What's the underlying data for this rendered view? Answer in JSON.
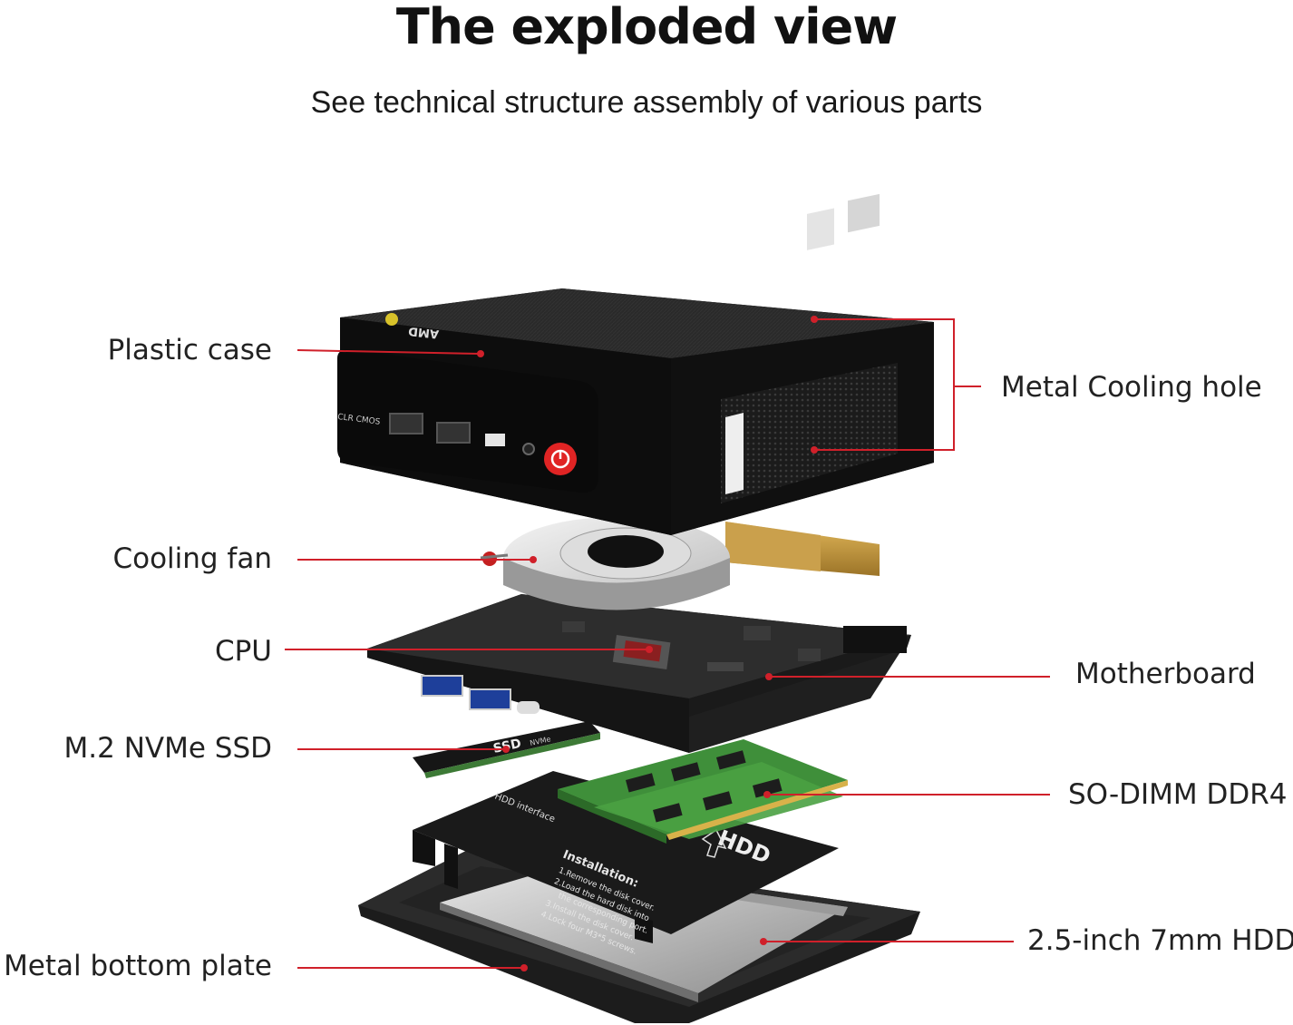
{
  "header": {
    "title": "The exploded view",
    "subtitle": "See technical structure assembly of various parts"
  },
  "callouts": {
    "plastic_case": "Plastic case",
    "cooling_fan": "Cooling fan",
    "cpu": "CPU",
    "m2_ssd": "M.2 NVMe SSD",
    "bottom_plate": "Metal bottom plate",
    "cooling_hole": "Metal Cooling hole",
    "motherboard": "Motherboard",
    "sodimm": "SO-DIMM DDR4",
    "hdd": "2.5-inch 7mm HDD"
  },
  "device": {
    "brand": "AMD",
    "clr_cmos": "CLR CMOS",
    "ssd_label": "SSD",
    "ssd_sub": "NVMe",
    "hdd_interface": "HDD interface",
    "hdd_label": "HDD",
    "installation_title": "Installation:",
    "installation_steps": [
      "1.Remove the disk cover.",
      "2.Load the hard disk into",
      "the corresponding port.",
      "3.Install the disk cover.",
      "4.Lock four M3*5 screws."
    ]
  },
  "colors": {
    "accent_line": "#d0202a",
    "case_black": "#111111",
    "power_red": "#e02424",
    "ram_green": "#3f8f3a",
    "copper": "#c99a3c"
  }
}
